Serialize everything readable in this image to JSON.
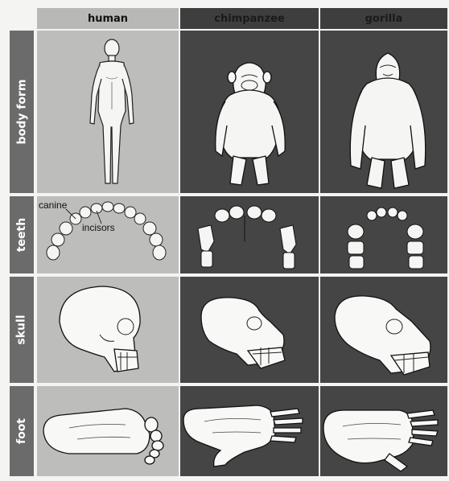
{
  "columns": [
    "human",
    "chimpanzee",
    "gorilla"
  ],
  "rows": [
    "body form",
    "teeth",
    "skull",
    "foot"
  ],
  "annotations": {
    "canine": "canine",
    "incisors": "incisors"
  }
}
